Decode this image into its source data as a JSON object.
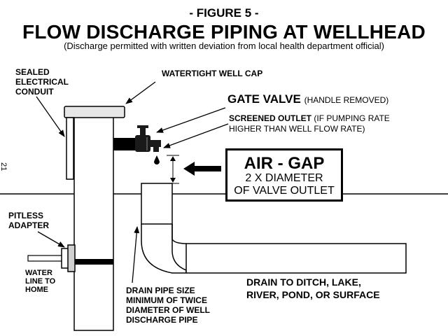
{
  "figure_label": "- FIGURE 5 -",
  "title": "FLOW DISCHARGE PIPING AT WELLHEAD",
  "subtitle": "(Discharge permitted with written deviation from local health department official)",
  "page_number": "21",
  "labels": {
    "sealed_conduit": [
      "SEALED",
      "ELECTRICAL",
      "CONDUIT"
    ],
    "well_cap": "WATERTIGHT WELL CAP",
    "gate_valve": "GATE VALVE",
    "gate_valve_note": "(HANDLE REMOVED)",
    "screened_outlet": "SCREENED OUTLET",
    "screened_outlet_note_1": "(IF PUMPING RATE",
    "screened_outlet_note_2": "HIGHER THAN WELL FLOW RATE)",
    "pitless_adapter": [
      "PITLESS",
      "ADAPTER"
    ],
    "water_line": [
      "WATER",
      "LINE TO",
      "HOME"
    ],
    "drain_pipe_size": [
      "DRAIN PIPE SIZE",
      "MINIMUM OF TWICE",
      "DIAMETER OF WELL",
      "DISCHARGE PIPE"
    ],
    "drain_to": [
      "DRAIN TO DITCH, LAKE,",
      "RIVER, POND, OR SURFACE"
    ]
  },
  "air_gap": {
    "title": "AIR - GAP",
    "line1": "2 X DIAMETER",
    "line2": "OF VALVE OUTLET"
  }
}
